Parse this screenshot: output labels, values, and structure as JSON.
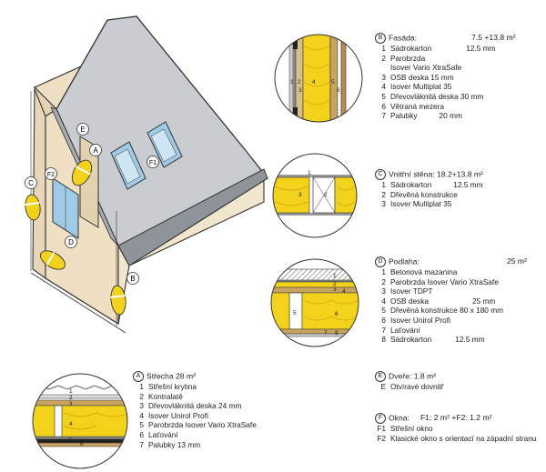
{
  "house_markers": {
    "A": "A",
    "B": "B",
    "C": "C",
    "D": "D",
    "E": "E",
    "F1": "F1",
    "F2": "F2"
  },
  "detail_numbers": {
    "facade": [
      "1",
      "2",
      "3",
      "4",
      "5",
      "6"
    ],
    "wall": [
      "1",
      "2",
      "3"
    ],
    "floor": [
      "1",
      "2",
      "3",
      "4",
      "5",
      "6",
      "7",
      "8"
    ],
    "roof": [
      "1",
      "2",
      "3",
      "4",
      "5",
      "6"
    ]
  },
  "sections": {
    "facade": {
      "badge": "B",
      "title": "Fasáda:",
      "area": "7.5 +13.8 m²",
      "items": [
        {
          "num": "1",
          "text": "Sádrokarton",
          "value": "12.5 mm"
        },
        {
          "num": "2",
          "text": "Parobrzda",
          "value": ""
        },
        {
          "num": "",
          "text": "Isover Vario XtraSafe",
          "value": ""
        },
        {
          "num": "3",
          "text": "OSB deska 15 mm",
          "value": ""
        },
        {
          "num": "4",
          "text": "Isover Multiplat 35",
          "value": ""
        },
        {
          "num": "5",
          "text": "Dřevovláknitá deska 30 mm",
          "value": ""
        },
        {
          "num": "6",
          "text": "Větraná mezera",
          "value": ""
        },
        {
          "num": "7",
          "text": "Palubky",
          "value": "20 mm"
        }
      ]
    },
    "wall": {
      "badge": "C",
      "title": "Vnitřní stěna: 18.2+13.8 m²",
      "area": "",
      "items": [
        {
          "num": "1",
          "text": "Sádrokarton",
          "value": "12.5 mm"
        },
        {
          "num": "2",
          "text": "Dřevěná konstrukce",
          "value": ""
        },
        {
          "num": "3",
          "text": "Isover Multiplat 35",
          "value": ""
        }
      ]
    },
    "floor": {
      "badge": "D",
      "title": "Podlaha:",
      "area": "25 m²",
      "items": [
        {
          "num": "1",
          "text": "Betonová mazanina",
          "value": ""
        },
        {
          "num": "2",
          "text": "Parobrzda Isover Vario XtraSafe",
          "value": ""
        },
        {
          "num": "3",
          "text": "Isover TDPT",
          "value": ""
        },
        {
          "num": "4",
          "text": "OSB deska",
          "value": "25 mm"
        },
        {
          "num": "5",
          "text": "Dřevěná konstrukce 80 x 180 mm",
          "value": ""
        },
        {
          "num": "6",
          "text": "Isover Unirol Profi",
          "value": ""
        },
        {
          "num": "7",
          "text": "Laťování",
          "value": ""
        },
        {
          "num": "8",
          "text": "Sádrokarton",
          "value": "12.5 mm"
        }
      ]
    },
    "roof": {
      "badge": "A",
      "title": "Střecha 28 m²",
      "area": "",
      "items": [
        {
          "num": "1",
          "text": "Střešní krytina",
          "value": ""
        },
        {
          "num": "2",
          "text": "Kontralatě",
          "value": ""
        },
        {
          "num": "3",
          "text": "Dřevovláknitá deska 24 mm",
          "value": ""
        },
        {
          "num": "4",
          "text": "Isover Unirol Profi",
          "value": ""
        },
        {
          "num": "5",
          "text": "Parobrzda Isover Vario XtraSafe",
          "value": ""
        },
        {
          "num": "6",
          "text": "Laťování",
          "value": ""
        },
        {
          "num": "7",
          "text": "Palubky 13 mm",
          "value": ""
        }
      ]
    },
    "door": {
      "badge": "E",
      "title": "Dveře: 1.8 m²",
      "area": "",
      "items": [
        {
          "num": "E",
          "text": "Otvíravé dovnitř",
          "value": ""
        }
      ]
    },
    "windows": {
      "badge": "F",
      "title": "Okna:",
      "area": "F1: 2 m² +F2: 1.2 m²",
      "items": [
        {
          "num": "F1",
          "text": "Střešní okno",
          "value": ""
        },
        {
          "num": "F2",
          "text": "Klasické okno s orientací na západní stranu",
          "value": ""
        }
      ]
    }
  },
  "colors": {
    "insulation": "#f2d21a",
    "wall": "#efe0c4",
    "roof": "#c9ccd0",
    "glass": "#9fcbe6",
    "line": "#333333"
  }
}
